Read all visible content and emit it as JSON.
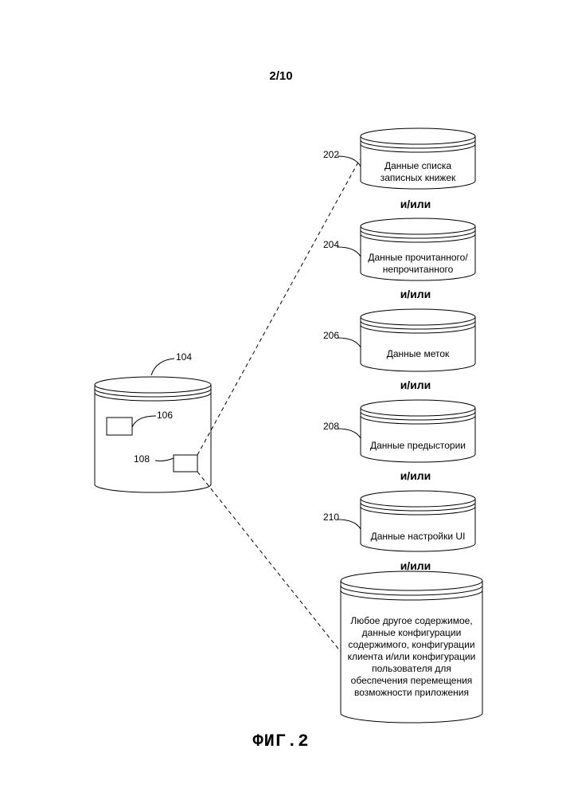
{
  "page_number": "2/10",
  "figure_caption": "ФИГ.2",
  "main_db": {
    "ref": "104",
    "item1_ref": "106",
    "item2_ref": "108"
  },
  "connector": "и/или",
  "databases": [
    {
      "ref": "202",
      "label": "Данные списка\nзаписных книжек"
    },
    {
      "ref": "204",
      "label": "Данные прочитанного/\nнепрочитанного"
    },
    {
      "ref": "206",
      "label": "Данные меток"
    },
    {
      "ref": "208",
      "label": "Данные предыстории"
    },
    {
      "ref": "210",
      "label": "Данные настройки UI"
    },
    {
      "ref": "",
      "label": "Любое другое содержимое,\nданные конфигурации\nсодержимого, конфигурации\nклиента и/или конфигурации\nпользователя для\nобеспечения перемещения\nвозможности приложения"
    }
  ]
}
